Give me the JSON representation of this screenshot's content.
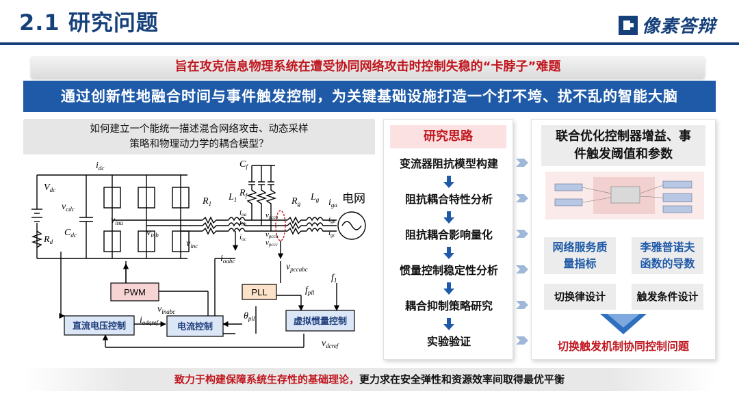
{
  "header": {
    "title": "2.1 研究问题",
    "logo_text": "像素答辩"
  },
  "aim_band": "旨在攻克信息物理系统在遭受协同网络攻击时控制失稳的“卡脖子”难题",
  "goal_band": "通过创新性地融合时间与事件触发控制，为关键基础设施打造一个打不垮、扰不乱的智能大脑",
  "question": {
    "line1": "如何建立一个能统一描述混合网络攻击、动态采样",
    "line2": "策略和物理动力学的耦合模型？"
  },
  "circuit": {
    "grid_label": "电网",
    "blocks": {
      "pwm": "PWM",
      "pll": "PLL",
      "dc_voltage_control": "直流电压控制",
      "current_control": "电流控制",
      "virtual_inertia_control": "虚拟惯量控制"
    },
    "labels": {
      "idc": "i",
      "idc_sub": "dc",
      "vdc": "V",
      "vdc_sub": "dc",
      "vcdc": "v",
      "vcdc_sub": "cdc",
      "cdc": "C",
      "cdc_sub": "dc",
      "rd": "R",
      "rd_sub": "d",
      "vina": "v",
      "vina_sub": "ina",
      "vinb": "v",
      "vinb_sub": "inb",
      "vinc": "v",
      "vinc_sub": "inc",
      "r1": "R",
      "r1_sub": "1",
      "l1": "L",
      "l1_sub": "1",
      "cf": "C",
      "cf_sub": "f",
      "rf": "R",
      "rf_sub": "f",
      "rg": "R",
      "rg_sub": "g",
      "lg": "L",
      "lg_sub": "g",
      "ioa": "i",
      "ioa_sub": "oa",
      "iob": "i",
      "iob_sub": "ob",
      "ioc": "i",
      "ioc_sub": "oc",
      "iga": "i",
      "iga_sub": "ga",
      "igb": "i",
      "igb_sub": "gb",
      "igc": "i",
      "igc_sub": "gc",
      "vpcca": "v",
      "vpcca_sub": "pcca",
      "vpccb": "v",
      "vpccb_sub": "pccb",
      "vpccc": "v",
      "vpccc_sub": "pccc",
      "ioabc": "i",
      "ioabc_sub": "oabc",
      "vpccabc": "v",
      "vpccabc_sub": "pccabc",
      "vinabc": "v",
      "vinabc_sub": "inabc",
      "iodqref": "i",
      "iodqref_sub": "odqref",
      "theta_pll": "θ",
      "theta_pll_sub": "pll",
      "f_pll": "f",
      "f_pll_sub": "pll",
      "f1": "f",
      "f1_sub": "1",
      "vdcref": "v",
      "vdcref_sub": "dcref"
    }
  },
  "research_path": {
    "title": "研究思路",
    "steps": [
      "变流器阻抗模型构建",
      "阻抗耦合特性分析",
      "阻抗耦合影响量化",
      "惯量控制稳定性分析",
      "耦合抑制策略研究",
      "实验验证"
    ]
  },
  "right_panel": {
    "title_line1": "联合优化控制器增益、事",
    "title_line2": "件触发阈值和参数",
    "cards": [
      {
        "line1": "网络服务质",
        "line2": "量指标",
        "sub": "切换律设计"
      },
      {
        "line1": "李雅普诺夫",
        "line2": "函数的导数",
        "sub": "触发条件设计"
      }
    ],
    "bottom": "切换触发机制协同控制问题"
  },
  "footer": {
    "part_red": "致力于构建保障系统生存性的基础理论，",
    "part_black": "更力求在安全弹性和资源效率间取得最优平衡"
  },
  "colors": {
    "brand": "#16407a",
    "band_blue": "#1e5aa8",
    "accent_red": "#c0161e",
    "pwm_fill": "#f6d4d4",
    "pll_fill": "#fbe2c8",
    "control_fill": "#dbe6f7"
  }
}
